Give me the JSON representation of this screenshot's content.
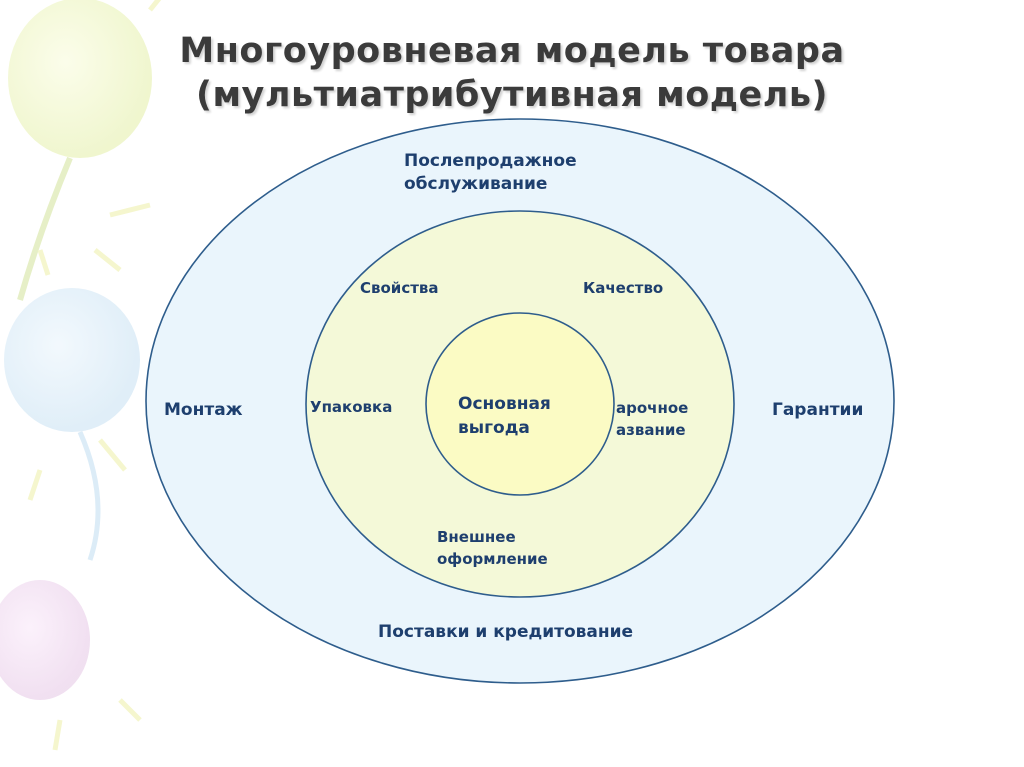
{
  "title": {
    "line1": "Многоуровневая модель товара",
    "line2": "(мультиатрибутивная модель)"
  },
  "colors": {
    "outer_fill": "#eaf5fc",
    "middle_fill": "#f4f9d8",
    "inner_fill": "#fbfbc4",
    "stroke": "#2e5d8c",
    "text": "#1e3f6e"
  },
  "outer_ring": {
    "top": [
      "Послепродажное",
      "обслуживание"
    ],
    "left": "Монтаж",
    "right": "Гарантии",
    "bottom": "Поставки и кредитование"
  },
  "middle_ring": {
    "top_left": "Свойства",
    "top_right": "Качество",
    "left": "Упаковка",
    "right": [
      "арочное",
      "азвание"
    ],
    "bottom": [
      "Внешнее",
      "оформление"
    ]
  },
  "core": [
    "Основная",
    "выгода"
  ]
}
